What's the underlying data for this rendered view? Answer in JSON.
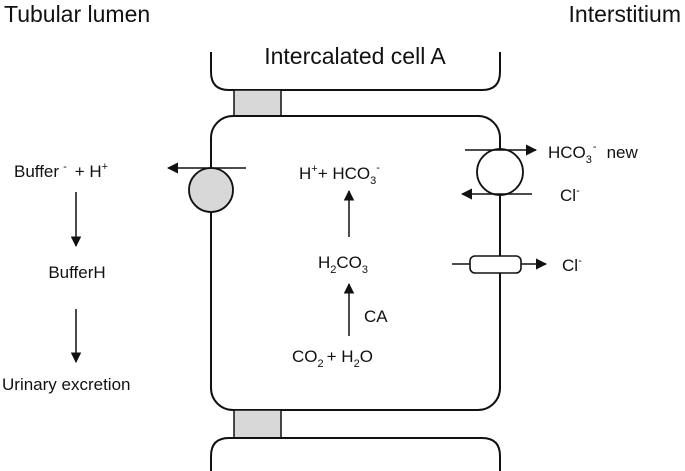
{
  "labels": {
    "tubular_lumen": "Tubular lumen",
    "interstitium": "Interstitium",
    "cell_title": "Intercalated cell A"
  },
  "lumen_side": {
    "buffer": "Buffer",
    "buffer_charge": "-",
    "plus_h": "+ H",
    "plus_h_charge": "+",
    "buffer_h": "BufferH",
    "excretion": "Urinary excretion"
  },
  "cell_interior": {
    "h_symbol": "H",
    "h_charge": "+",
    "plus_hco3": "+ HCO",
    "hco3_sub": "3",
    "hco3_charge": "-",
    "h2co3_h": "H",
    "h2co3_sub": "2",
    "h2co3_rest": "CO",
    "h2co3_sub3": "3",
    "enzyme": "CA",
    "co2_c": "CO",
    "co2_sub": "2",
    "co2_plus": "+ H",
    "h2o_sub": "2",
    "h2o_o": "O"
  },
  "basolateral": {
    "hco3_out": "HCO",
    "hco3_out_sub": "3",
    "hco3_out_charge": "-",
    "new_label": "new",
    "cl_in": "Cl",
    "cl_in_charge": "-",
    "cl_channel": "Cl",
    "cl_channel_charge": "-"
  },
  "colors": {
    "line": "#111111",
    "junction_fill": "#d8d8d8",
    "pump_fill": "#d8d8d8",
    "background": "#ffffff"
  }
}
